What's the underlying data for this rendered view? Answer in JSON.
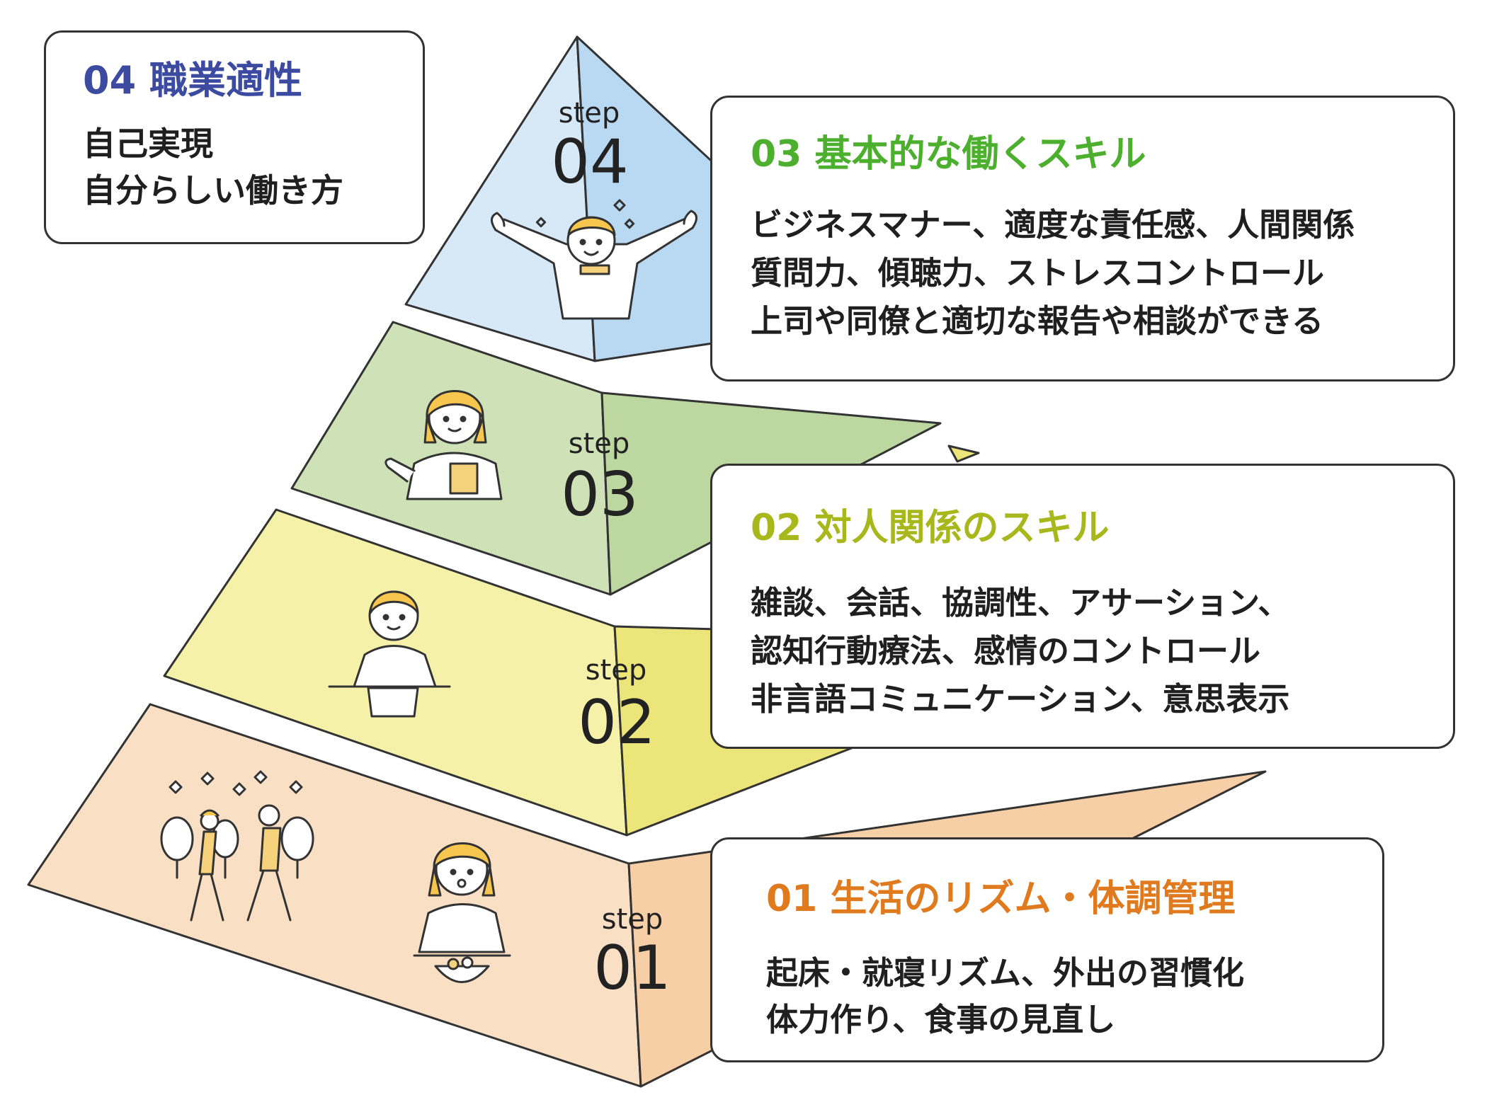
{
  "colors": {
    "step04": "#d7e8f6",
    "step04_right": "#b9d8f2",
    "step03": "#cfe1b6",
    "step03_right": "#bcd79f",
    "step02": "#f5f1a9",
    "step02_right": "#ece57a",
    "step01": "#f9dfc4",
    "step01_right": "#f6cfa7",
    "title04": "#3c4ba0",
    "title03": "#4caf2d",
    "title02": "#a8b81c",
    "title01": "#e07a1e",
    "outline": "#333333"
  },
  "steps": [
    {
      "word": "step",
      "number": "04"
    },
    {
      "word": "step",
      "number": "03"
    },
    {
      "word": "step",
      "number": "02"
    },
    {
      "word": "step",
      "number": "01"
    }
  ],
  "cards": {
    "c04": {
      "title": "04 職業適性",
      "lines": [
        "自己実現",
        "自分らしい働き方"
      ]
    },
    "c03": {
      "title": "03 基本的な働くスキル",
      "lines": [
        "ビジネスマナー、適度な責任感、人間関係",
        "質問力、傾聴力、ストレスコントロール",
        "上司や同僚と適切な報告や相談ができる"
      ]
    },
    "c02": {
      "title": "02 対人関係のスキル",
      "lines": [
        "雑談、会話、協調性、アサーション、",
        "認知行動療法、感情のコントロール",
        "非言語コミュニケーション、意思表示"
      ]
    },
    "c01": {
      "title": "01 生活のリズム・体調管理",
      "lines": [
        "起床・就寝リズム、外出の習慣化",
        "体力作り、食事の見直し"
      ]
    }
  },
  "illustrations": [
    "person-cheering-icon",
    "person-presenting-icon",
    "person-writing-icon",
    "people-walking-icon",
    "person-eating-icon"
  ]
}
